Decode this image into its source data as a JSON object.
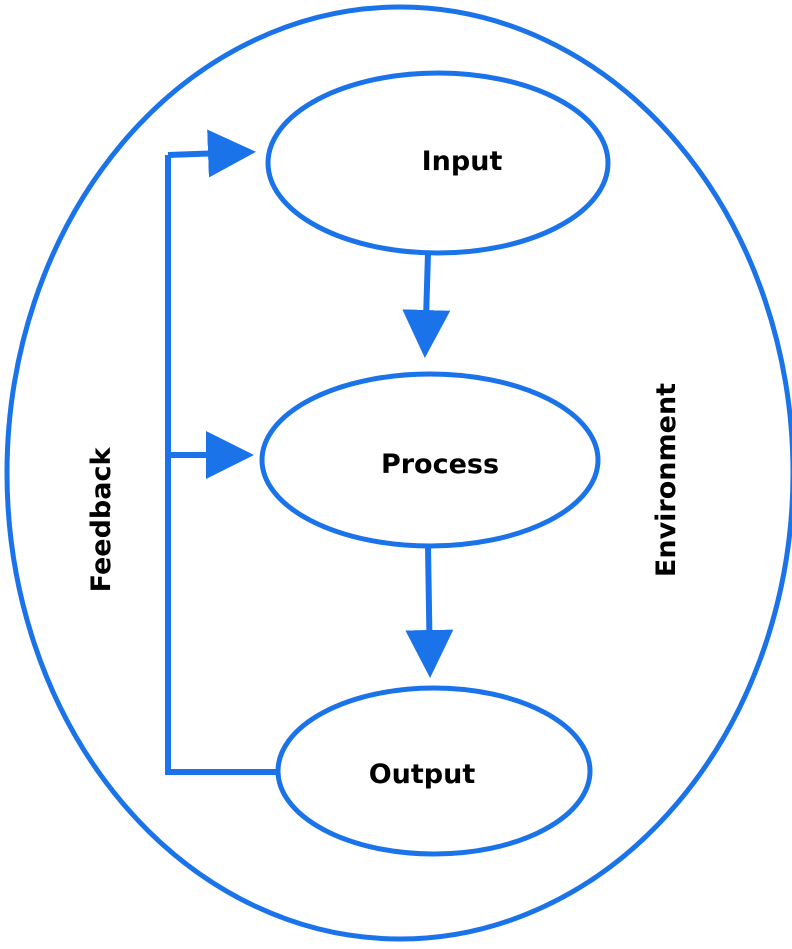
{
  "colors": {
    "stroke": "#1a73e8",
    "text": "#000000",
    "background": "#ffffff"
  },
  "nodes": {
    "input": "Input",
    "process": "Process",
    "output": "Output"
  },
  "labels": {
    "feedback": "Feedback",
    "environment": "Environment"
  }
}
